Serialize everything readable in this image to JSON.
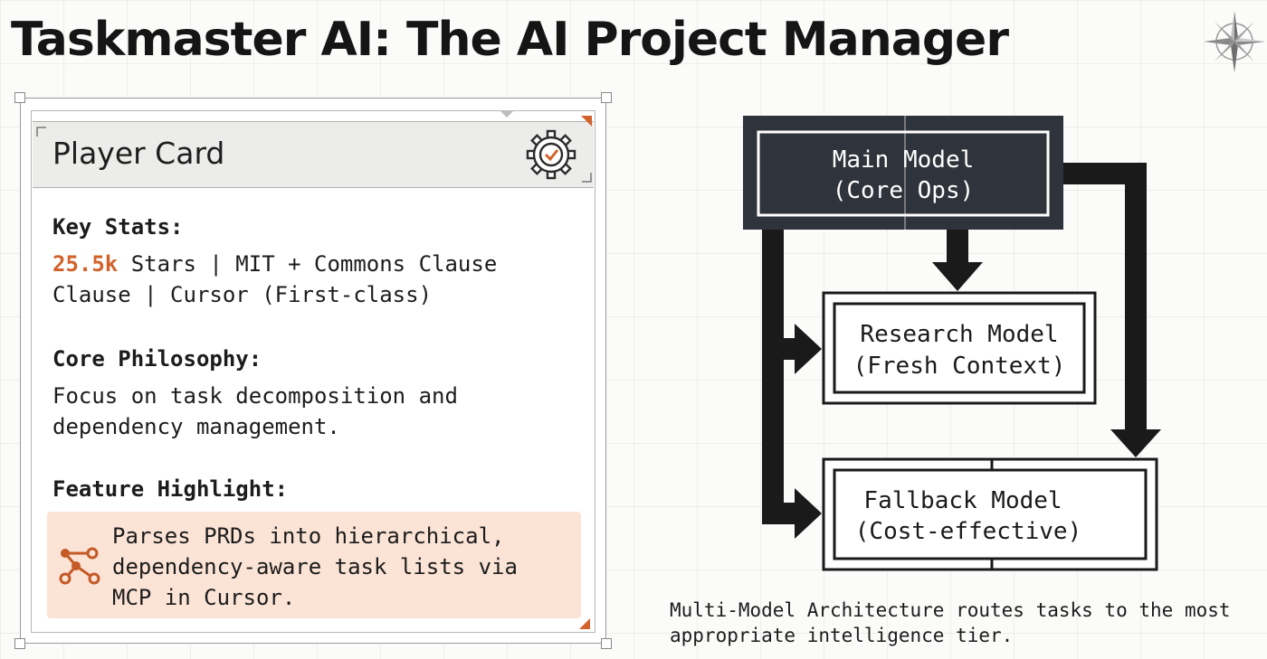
{
  "page": {
    "title": "Taskmaster AI: The AI Project Manager"
  },
  "icons": {
    "compass": "compass-star-icon",
    "gear": "gear-check-icon",
    "node": "node-graph-icon"
  },
  "colors": {
    "accent": "#d2632b",
    "highlight_bg": "#fbe3d6",
    "dark_box": "#2f333b",
    "header_bg": "#ececea"
  },
  "card": {
    "title": "Player Card",
    "key_stats": {
      "label": "Key Stats:",
      "stars_value": "25.5k",
      "line1_rest": " Stars | MIT + Commons Clause",
      "line2": "Clause | Cursor (First-class)"
    },
    "philosophy": {
      "label": "Core Philosophy:",
      "line1": "Focus on task decomposition and",
      "line2": "dependency management."
    },
    "feature": {
      "label": "Feature Highlight:",
      "line1": "Parses PRDs into hierarchical,",
      "line2": "dependency-aware task lists via",
      "line3": "MCP in Cursor."
    }
  },
  "diagram": {
    "main_model": {
      "line1": "Main Model",
      "line2": "(Core Ops)"
    },
    "research_model": {
      "line1": "Research Model",
      "line2": "(Fresh Context)"
    },
    "fallback_model": {
      "line1": "Fallback Model",
      "line2": "(Cost-effective)"
    },
    "caption": {
      "line1": "Multi-Model Architecture routes tasks to the most",
      "line2": "appropriate intelligence tier."
    }
  }
}
